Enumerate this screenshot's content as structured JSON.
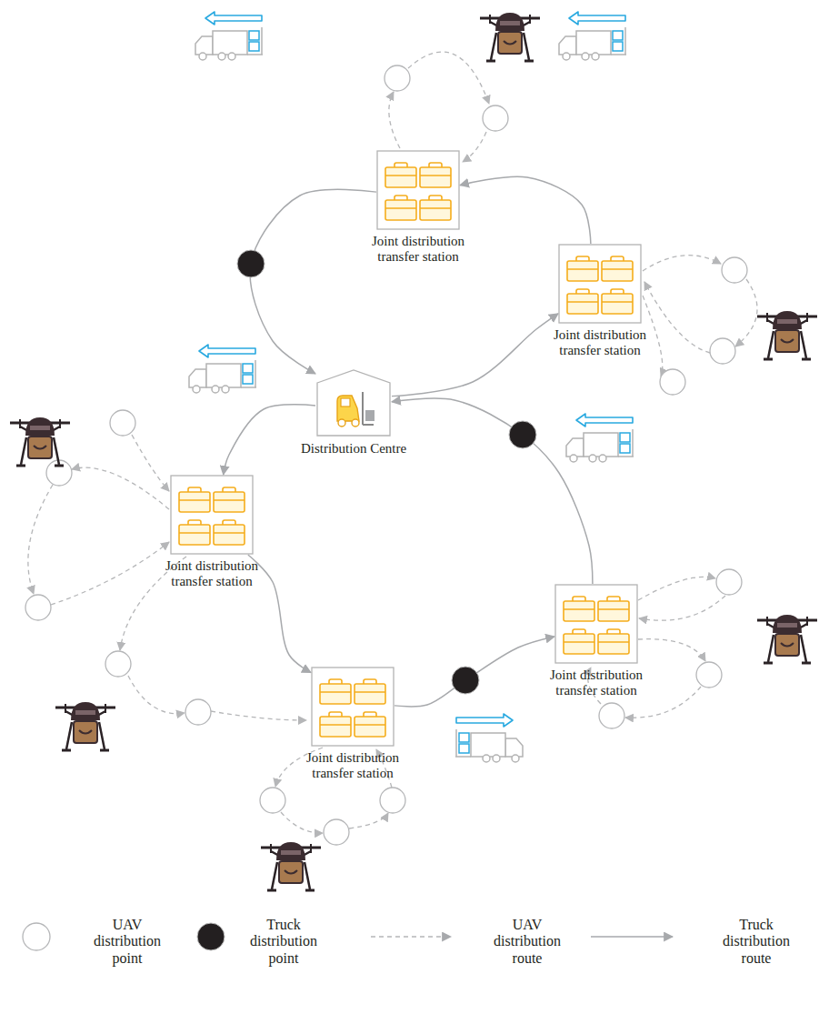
{
  "diagram": {
    "nodes": [
      {
        "text": [
          "Joint distribution transfer station"
        ]
      },
      {
        "text": [
          "Joint distribution transfer station"
        ]
      },
      {
        "text": [
          "Distribution Centre"
        ]
      },
      {
        "text": [
          "Joint distribution transfer station"
        ]
      },
      {
        "text": [
          "Joint distribution transfer station"
        ]
      },
      {
        "text": [
          "Joint distribution transfer station"
        ]
      }
    ],
    "edges": [
      {
        "from": 2,
        "to": 3,
        "arrow": "to"
      },
      {
        "from": 3,
        "to": 5,
        "arrow": "to"
      },
      {
        "from": 5,
        "to": 4,
        "arrow": "to"
      },
      {
        "from": 4,
        "to": 2,
        "arrow": "to"
      },
      {
        "from": 2,
        "to": 1,
        "arrow": "to"
      },
      {
        "from": 1,
        "to": 0,
        "arrow": "to"
      },
      {
        "from": 0,
        "to": 2,
        "arrow": "to"
      }
    ],
    "legend": [
      {
        "text": "UAV distribution point"
      },
      {
        "text": "Truck distribution point"
      },
      {
        "text": "UAV distribution route"
      },
      {
        "text": "Truck distribution route"
      }
    ]
  }
}
